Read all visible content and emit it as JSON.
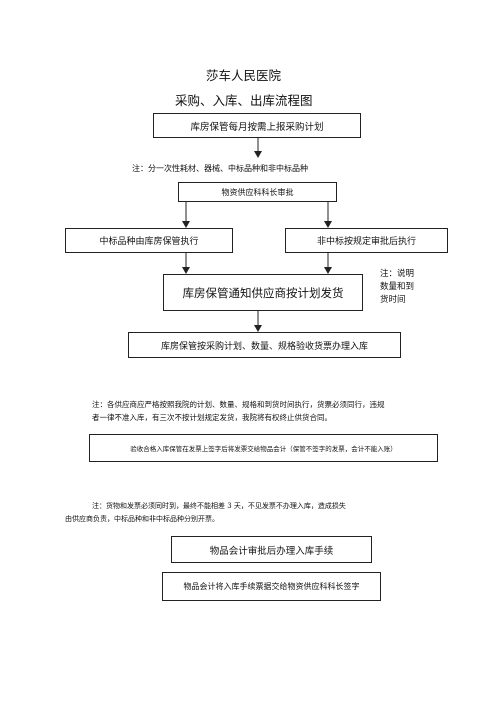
{
  "header": {
    "title": "莎车人民医院",
    "subtitle": "采购、入库、出库流程图"
  },
  "steps": {
    "s1": "库房保管每月按需上报采购计划",
    "s2": "物资供应科科长审批",
    "s3_left": "中标品种由库房保管执行",
    "s3_right": "非中标按规定审批后执行",
    "s4": "库房保管通知供应商按计划发货",
    "s5": "库房保管按采购计划、数量、规格验收货票办理入库",
    "s6": "验收合格入库保管在发票上签字后将发票交给物品会计（保管不签字的发票，会计不能入账）",
    "s7": "物品会计审批后办理入库手续",
    "s8": "物品会计将入库手续票据交给物资供应科科长签字"
  },
  "notes": {
    "n1": "注：分一次性耗材、器械、中标品种和非中标品种",
    "n2_line1": "注：说明",
    "n2_line2": "数量和到",
    "n2_line3": "货时间",
    "n3_line1": "注：各供应商应严格按照我院的计划、数量、规格和到货时间执行，货票必须同行，违规",
    "n3_line2": "者一律不准入库，有三次不按计划规定发货，我院将有权终止供货合同。",
    "n4_line1": "注：货物和发票必须同时到，最终不能相差 3 天，不见发票不办理入库，造成损失",
    "n4_line2": "由供应商负责，中标品种和非中标品种分别开票。"
  }
}
